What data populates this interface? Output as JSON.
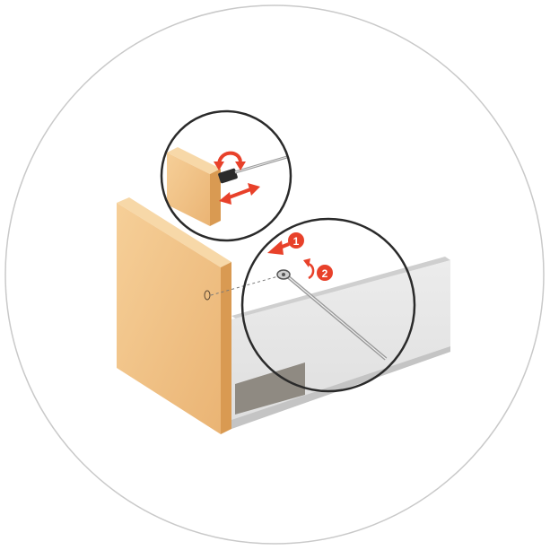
{
  "diagram": {
    "colors": {
      "background": "#ffffff",
      "frame_circle": "#c9c9c9",
      "wood_face": "#f2c78c",
      "wood_side": "#e3a862",
      "wood_top": "#f7d8a8",
      "panel_face": "#e6e6e6",
      "panel_top": "#d0d0d0",
      "panel_shadow": "#b8b8b8",
      "slot": "#8f8a82",
      "accent": "#e8412a",
      "outline": "#2a2a2a",
      "tool": "#9a9a9a"
    },
    "steps": [
      {
        "number": "1",
        "arrow": "push-left"
      },
      {
        "number": "2",
        "arrow": "rotate"
      }
    ],
    "icons": [
      "rotate-arrow-icon",
      "double-arrow-icon",
      "screwdriver-icon",
      "cam-lock-icon"
    ]
  }
}
